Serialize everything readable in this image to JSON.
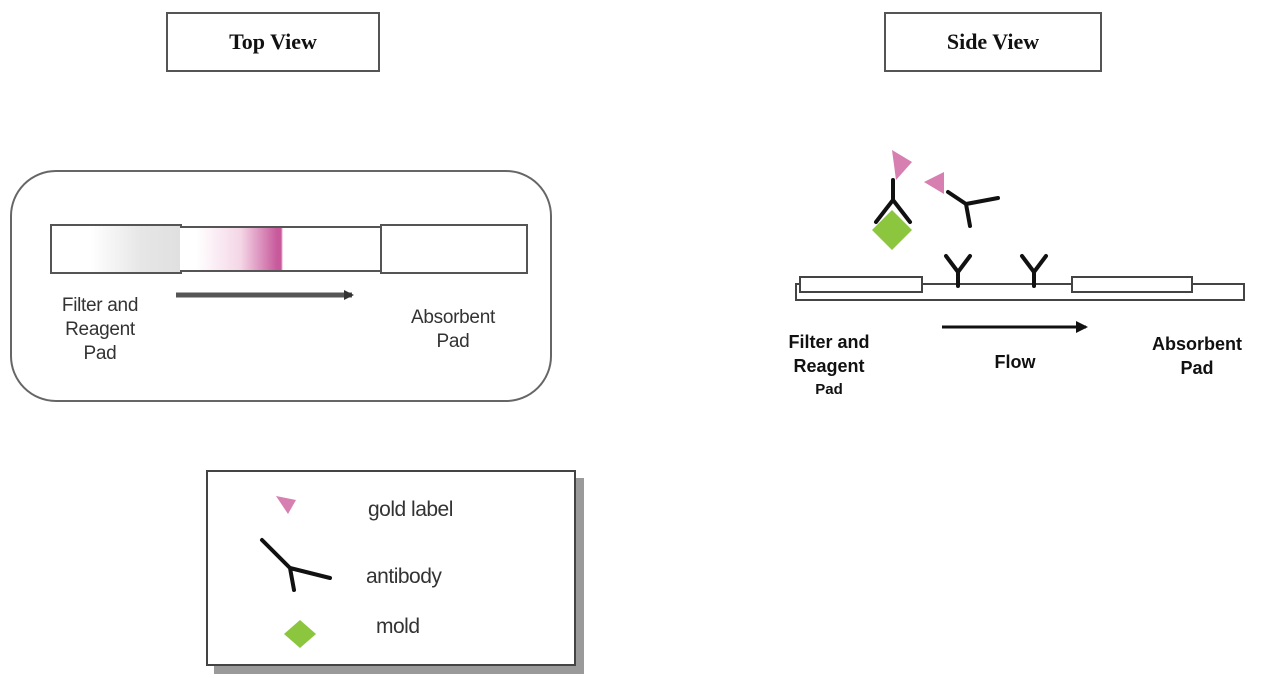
{
  "titles": {
    "top_view": "Top View",
    "side_view": "Side View"
  },
  "top_view": {
    "filter_pad_label": [
      "Filter and",
      "Reagent",
      "Pad"
    ],
    "absorbent_pad_label": [
      "Absorbent",
      "Pad"
    ]
  },
  "side_view": {
    "filter_pad_label": [
      "Filter and",
      "Reagent",
      "Pad"
    ],
    "flow_label": "Flow",
    "absorbent_pad_label": [
      "Absorbent",
      "Pad"
    ]
  },
  "legend": {
    "items": [
      {
        "icon": "gold-label-icon",
        "label": "gold label"
      },
      {
        "icon": "antibody-icon",
        "label": "antibody"
      },
      {
        "icon": "mold-icon",
        "label": "mold"
      }
    ]
  },
  "colors": {
    "gold_label": "#d67fb0",
    "mold": "#8cc63e",
    "outline": "#555555"
  }
}
